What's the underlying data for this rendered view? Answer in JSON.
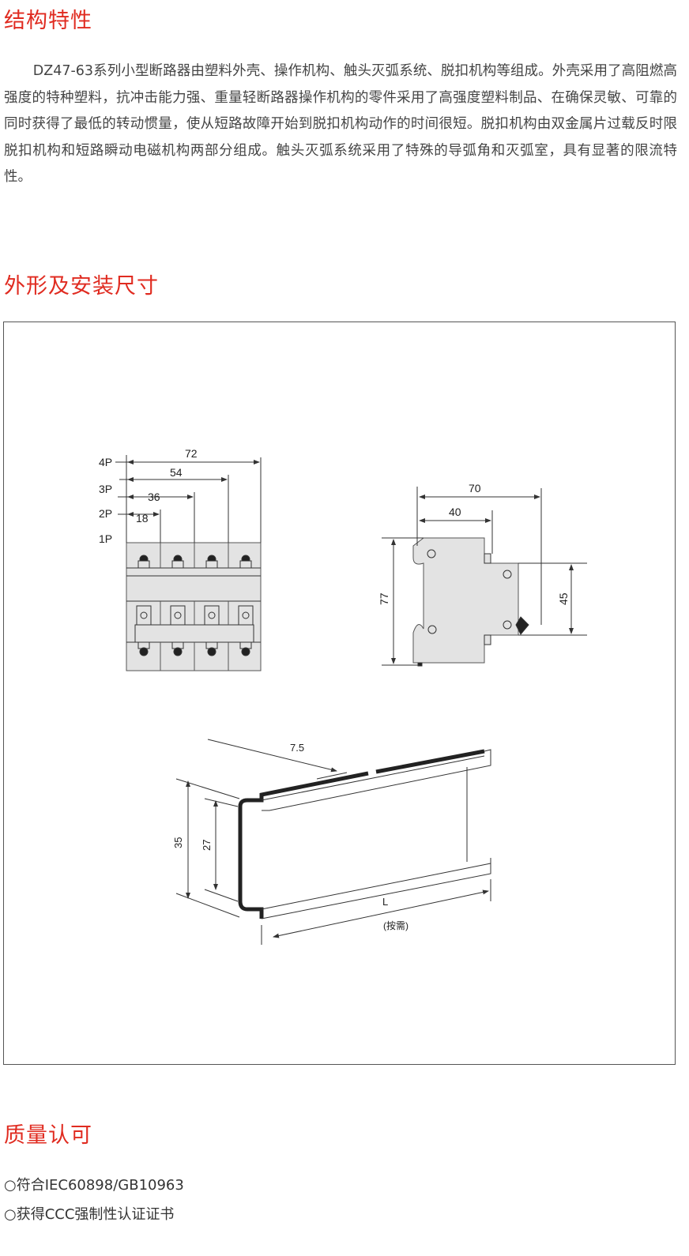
{
  "sections": {
    "structure": {
      "title": "结构特性",
      "body": "DZ47-63系列小型断路器由塑料外壳、操作机构、触头灭弧系统、脱扣机构等组成。外壳采用了高阻燃高强度的特种塑料，抗冲击能力强、重量轻断路器操作机构的零件采用了高强度塑料制品、在确保灵敏、可靠的同时获得了最低的转动惯量，使从短路故障开始到脱扣机构动作的时间很短。脱扣机构由双金属片过载反时限脱扣机构和短路瞬动电磁机构两部分组成。触头灭弧系统采用了特殊的导弧角和灭弧室，具有显著的限流特性。"
    },
    "dimensions": {
      "title": "外形及安装尺寸",
      "front": {
        "poles": [
          "4P",
          "3P",
          "2P",
          "1P"
        ],
        "widths": [
          "72",
          "54",
          "36",
          "18"
        ]
      },
      "side": {
        "depth_total": "70",
        "depth_front": "40",
        "height": "77",
        "front_height": "45"
      },
      "rail": {
        "flange": "7.5",
        "height_outer": "35",
        "height_inner": "27",
        "length": "L",
        "length_note": "(按需)"
      }
    },
    "quality": {
      "title": "质量认可",
      "items": [
        "○符合IEC60898/GB10963",
        "○获得CCC强制性认证证书"
      ]
    }
  },
  "colors": {
    "heading": "#e02b20",
    "body_fill": "#e3e3e3"
  }
}
